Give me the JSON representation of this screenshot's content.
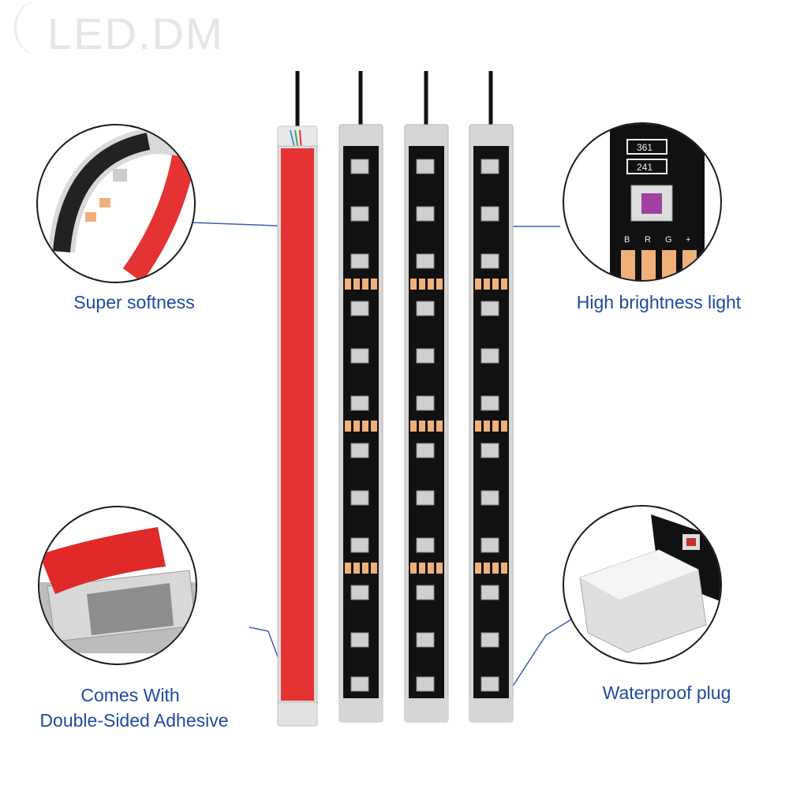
{
  "watermark": "LED.DM",
  "captions": {
    "super_softness": "Super softness",
    "high_brightness": "High brightness light",
    "adhesive_line1": "Comes With",
    "adhesive_line2": "Double-Sided Adhesive",
    "waterproof_plug": "Waterproof plug"
  },
  "pcb_labels": {
    "marking_top": "361",
    "marking_bottom": "241",
    "pin_b": "B",
    "pin_r": "R",
    "pin_g": "G",
    "pin_plus": "+"
  },
  "colors": {
    "caption_blue": "#1f4aa0",
    "adhesive_red": "#e53333",
    "pcb_black": "#111111",
    "copper_pad": "#f0b07a"
  }
}
